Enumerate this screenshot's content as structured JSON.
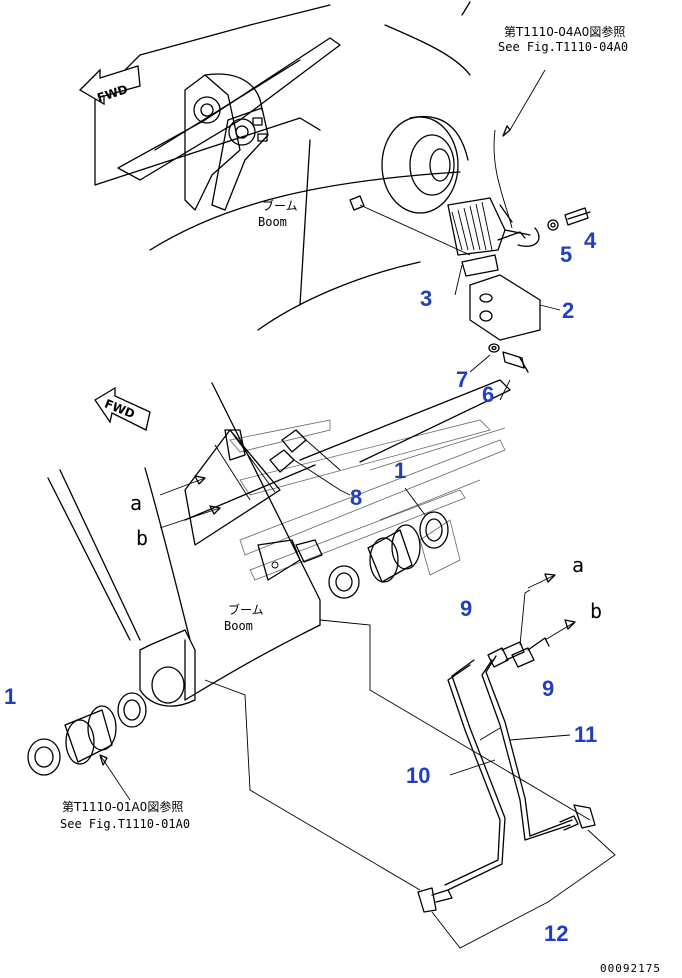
{
  "references": {
    "top_jp": "第T1110-04A0図参照",
    "top_en": "See Fig.T1110-04A0",
    "bottom_jp": "第T1110-01A0図参照",
    "bottom_en": "See Fig.T1110-01A0"
  },
  "boom_labels": {
    "upper_jp": "ブーム",
    "upper_en": "Boom",
    "lower_jp": "ブーム",
    "lower_en": "Boom"
  },
  "fwd_arrows": {
    "upper": "FWD",
    "lower": "FWD"
  },
  "callouts": {
    "c1_right": "1",
    "c1_left": "1",
    "c2": "2",
    "c3": "3",
    "c4": "4",
    "c5": "5",
    "c6": "6",
    "c7": "7",
    "c8": "8",
    "c9_upper": "9",
    "c9_lower": "9",
    "c10": "10",
    "c11": "11",
    "c12": "12"
  },
  "connection_letters": {
    "a_left": "a",
    "b_left": "b",
    "a_right": "a",
    "b_right": "b"
  },
  "drawing_code": "00092175",
  "colors": {
    "callout": "#1f3fbf",
    "line": "#000000",
    "background": "#ffffff"
  }
}
